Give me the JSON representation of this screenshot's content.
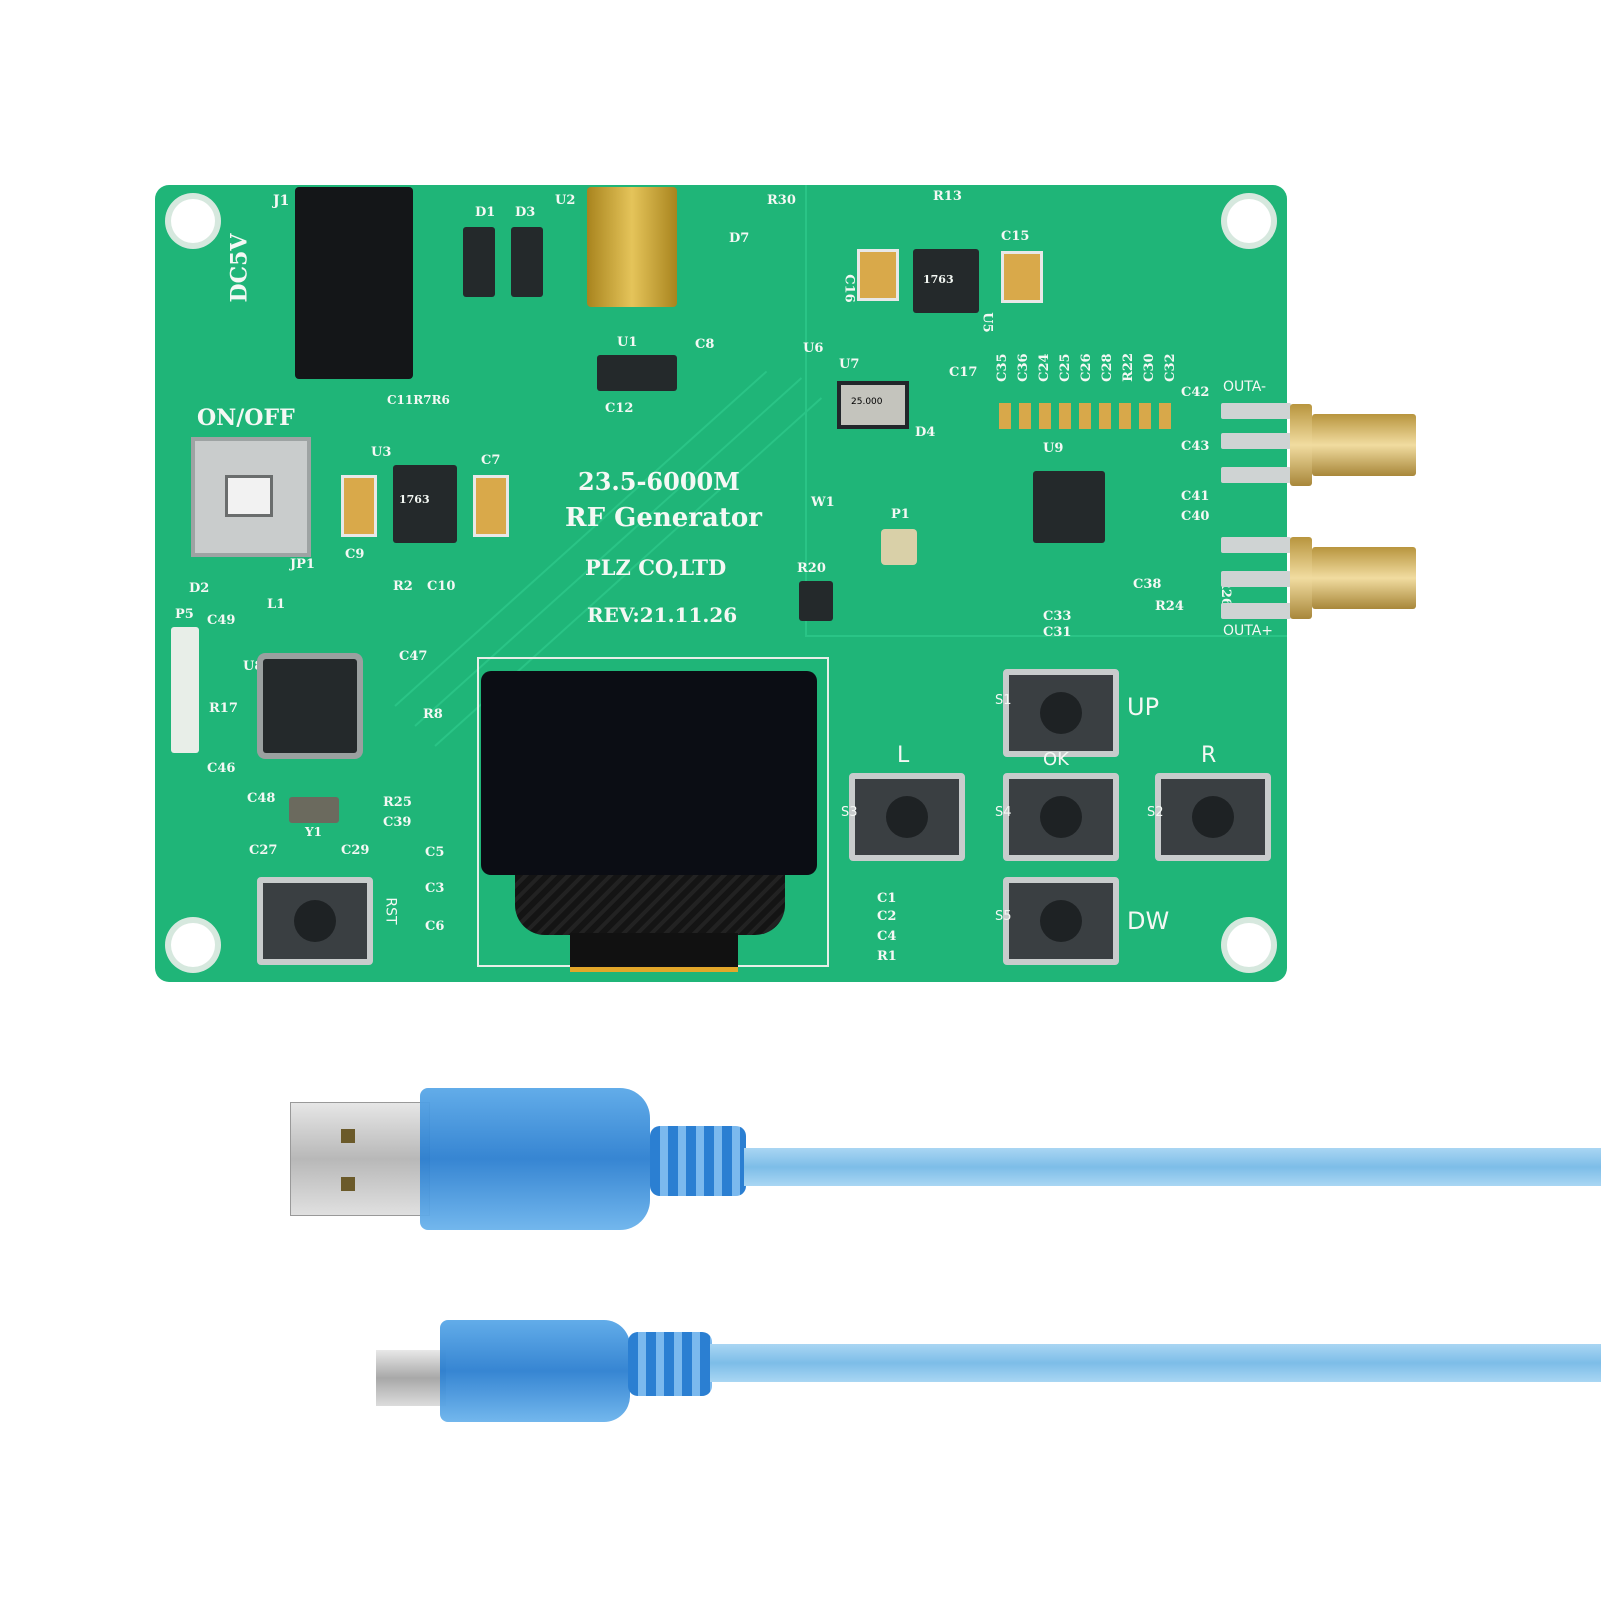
{
  "board": {
    "title_freq": "23.5-6000M",
    "title_name": "RF Generator",
    "maker": "PLZ CO,LTD",
    "revision": "REV:21.11.26",
    "power_label": "DC5V",
    "switch_label": "ON/OFF",
    "buttons": {
      "up": "UP",
      "down": "DW",
      "left": "L",
      "right": "R",
      "ok": "OK",
      "reset": "RST"
    },
    "button_refs": {
      "s1": "S1",
      "s2": "S2",
      "s3": "S3",
      "s4": "S4",
      "s5": "S5"
    },
    "outputs": {
      "minus": "OUTA-",
      "plus": "OUTA+"
    },
    "refs": {
      "j1": "J1",
      "d1": "D1",
      "d3": "D3",
      "u2": "U2",
      "r30": "R30",
      "d7": "D7",
      "u1": "U1",
      "c8": "C8",
      "c12": "C12",
      "u3": "U3",
      "c7": "C7",
      "c9": "C9",
      "jp1": "JP1",
      "d2": "D2",
      "l1": "L1",
      "p5": "P5",
      "c49": "C49",
      "u8": "U8",
      "r17": "R17",
      "c46": "C46",
      "c47": "C47",
      "r8": "R8",
      "r2": "R2",
      "c10": "C10",
      "c11r7r6": "C11R7R6",
      "r13": "R13",
      "c15": "C15",
      "c16": "C16",
      "u5": "U5",
      "u6": "U6",
      "c17": "C17",
      "u7": "U7",
      "d4": "D4",
      "u9": "U9",
      "p1": "P1",
      "w1": "W1",
      "r20": "R20",
      "c42": "C42",
      "c43": "C43",
      "c41": "C41",
      "c40": "C40",
      "r24": "R24",
      "r26": "R26",
      "c31": "C31",
      "c33": "C33",
      "c38": "C38",
      "c1": "C1",
      "c2": "C2",
      "c4": "C4",
      "r1": "R1",
      "c5": "C5",
      "c3": "C3",
      "c6": "C6",
      "c48": "C48",
      "c27": "C27",
      "c29": "C29",
      "r25": "R25",
      "c39": "C39",
      "y1": "Y1"
    },
    "cap_row": [
      "C35",
      "C36",
      "C24",
      "C25",
      "C26",
      "C28",
      "R22",
      "C30",
      "C32"
    ],
    "crystal_text": "25.000",
    "chip_text": "1763"
  },
  "colors": {
    "pcb": "#1fb578",
    "silkscreen": "#f4f8f4",
    "cable": "#8cc8ee",
    "connector": "#d8b55e"
  }
}
